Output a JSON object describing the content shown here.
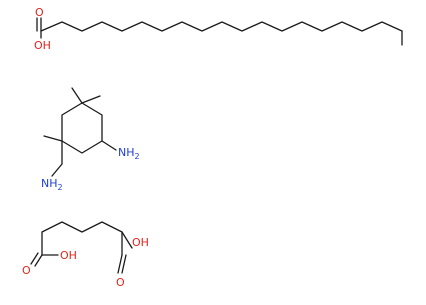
{
  "molecules": [
    {
      "id": "stearic-acid",
      "labels": {
        "hydroxyl": "OH",
        "carbonyl_o": "O"
      }
    },
    {
      "id": "isophorone-diamine",
      "labels": {
        "amine_ring": "NH2",
        "amine_chain": "NH2"
      }
    },
    {
      "id": "adipic-acid",
      "labels": {
        "hydroxyl_left": "OH",
        "carbonyl_o_left": "O",
        "hydroxyl_right": "OH",
        "carbonyl_o_right": "O"
      }
    }
  ],
  "colors": {
    "bond": "#1a1a1a",
    "oxygen": "#e0241b",
    "nitrogen": "#1f3fd6",
    "background": "#ffffff"
  }
}
